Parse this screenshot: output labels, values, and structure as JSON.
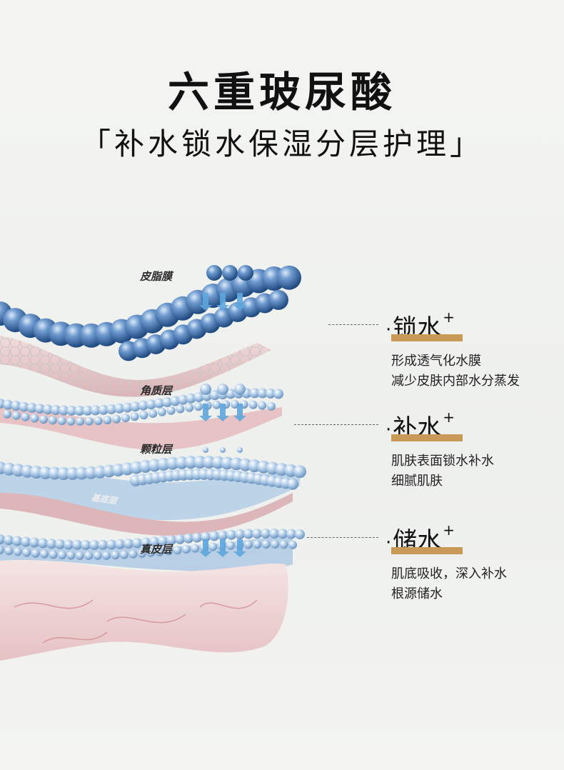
{
  "header": {
    "title": "六重玻尿酸",
    "subtitle": "「补水锁水保湿分层护理」"
  },
  "layers": {
    "sebum": "皮脂膜",
    "stratum_corneum": "角质层",
    "granular": "颗粒层",
    "basal": "基底层",
    "dermis": "真皮层"
  },
  "callouts": [
    {
      "dot": "·",
      "title": "锁水",
      "plus": "+",
      "lines": [
        "形成透气化水膜",
        "减少皮肤内部水分蒸发"
      ]
    },
    {
      "dot": "·",
      "title": "补水",
      "plus": "+",
      "lines": [
        "肌肤表面锁水补水",
        "细腻肌肤"
      ]
    },
    {
      "dot": "·",
      "title": "储水",
      "plus": "+",
      "lines": [
        "肌底吸收，深入补水",
        "根源储水"
      ]
    }
  ],
  "colors": {
    "accent_bar": "#c99a57",
    "bead_blue": "#3d6fa8",
    "skin_pink": "#e9c9c9",
    "arrow_blue": "#5ea6dd"
  }
}
